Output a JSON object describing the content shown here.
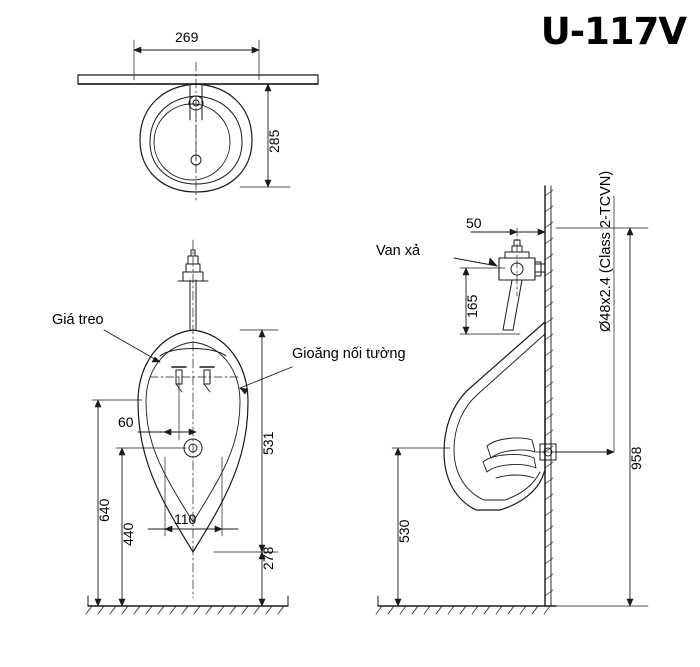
{
  "title": "U-117V",
  "dimensions": {
    "top_width": "269",
    "top_depth": "285",
    "front_hanger_width": "60",
    "front_bowl_height": "531",
    "front_total_height": "640",
    "front_mid_height": "440",
    "front_bolt_spacing": "110",
    "front_lower_height": "278",
    "side_valve_offset": "50",
    "side_valve_height": "165",
    "side_total_height": "958",
    "side_bowl_height": "530"
  },
  "annotations": {
    "hanger": "Giá treo",
    "valve": "Van xả",
    "wall_gasket": "Gioăng nối tường",
    "pipe_spec": "Ø48x2.4 (Class 2-TCVN)"
  },
  "colors": {
    "line": "#1a1a1a",
    "text": "#000000",
    "background": "#ffffff"
  }
}
